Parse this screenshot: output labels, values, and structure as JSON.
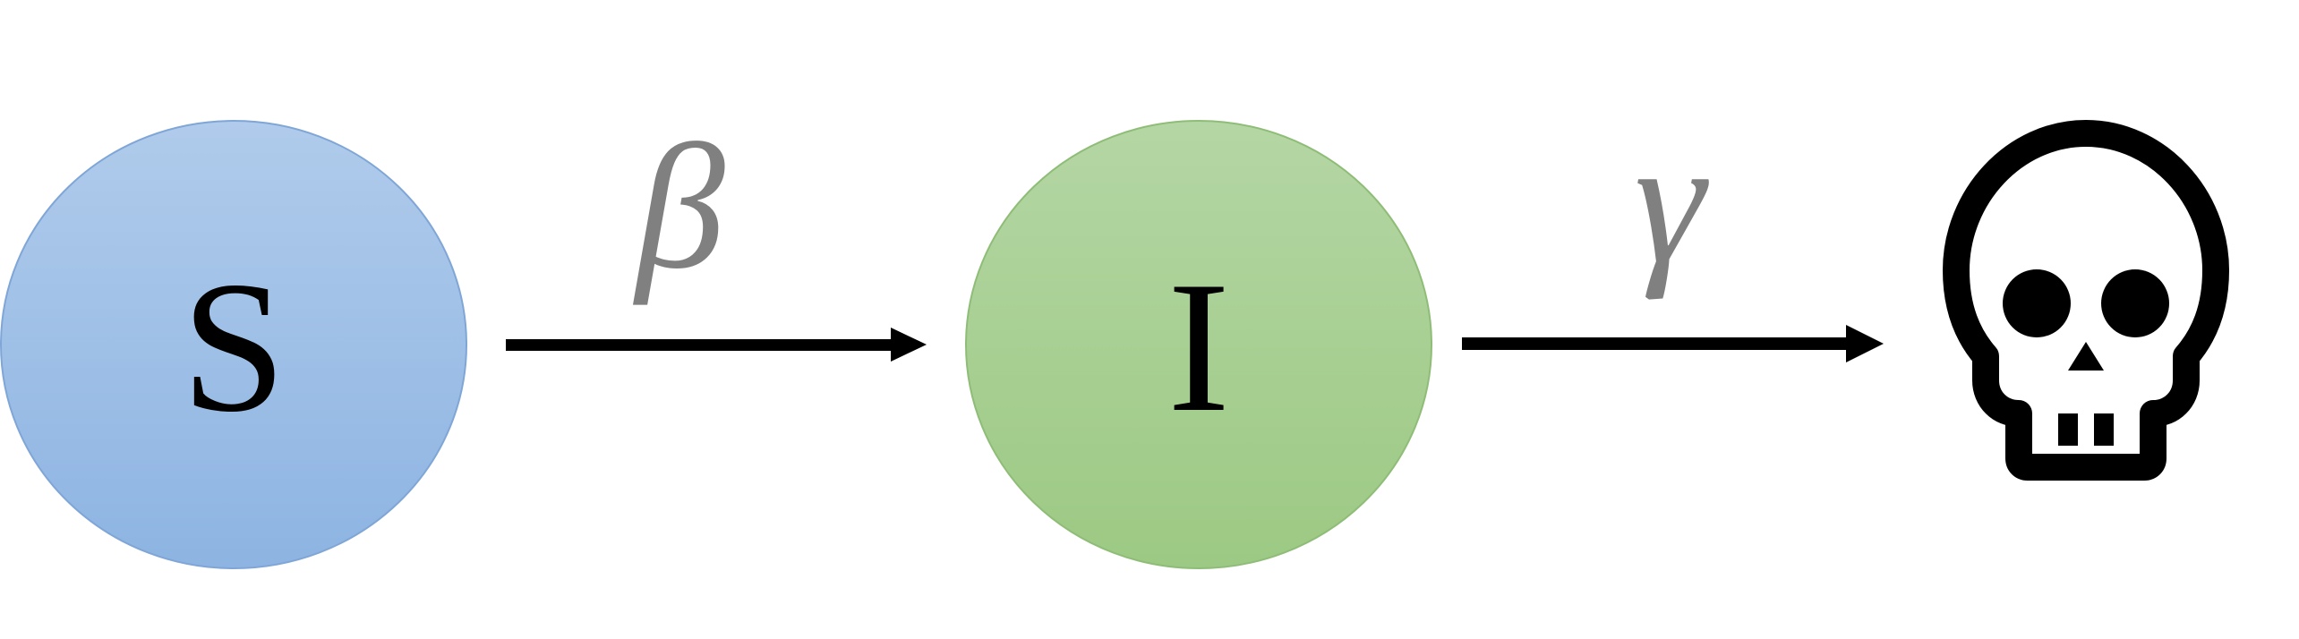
{
  "diagram": {
    "nodes": [
      {
        "id": "susceptible",
        "label": "S"
      },
      {
        "id": "infected",
        "label": "I"
      },
      {
        "id": "dead",
        "icon": "skull-icon"
      }
    ],
    "edges": [
      {
        "from": "susceptible",
        "to": "infected",
        "label": "β"
      },
      {
        "from": "infected",
        "to": "dead",
        "label": "γ"
      }
    ]
  },
  "colors": {
    "susceptible_top": "#b0cbeb",
    "susceptible_bottom": "#8db4e2",
    "susceptible_stroke": "#7fa6d6",
    "infected_top": "#b4d6a4",
    "infected_bottom": "#9cc983",
    "infected_stroke": "#8fbd78",
    "arrow": "#000000",
    "rate_label": "#808080",
    "icon": "#000000"
  }
}
